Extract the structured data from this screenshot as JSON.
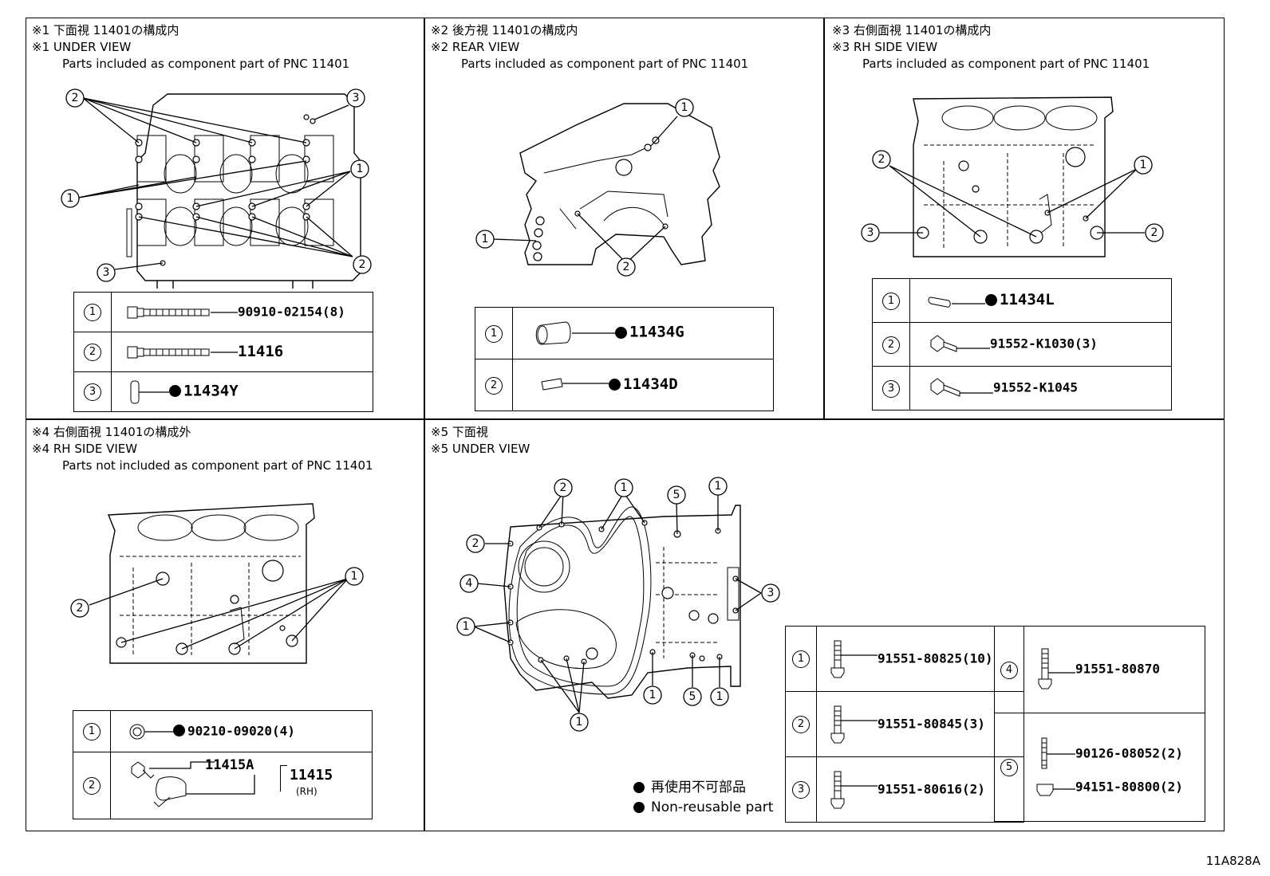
{
  "panels": [
    {
      "id": "p1",
      "header": [
        "※1 下面視 11401の構成内",
        "※1 UNDER VIEW",
        "Parts included as component part of PNC 11401"
      ],
      "rows": [
        {
          "no": "1",
          "part": "90910-02154(8)",
          "non_reusable": false
        },
        {
          "no": "2",
          "part": "11416",
          "non_reusable": false
        },
        {
          "no": "3",
          "part": "11434Y",
          "non_reusable": true
        }
      ]
    },
    {
      "id": "p2",
      "header": [
        "※2 後方視 11401の構成内",
        "※2 REAR VIEW",
        "Parts included as component part of PNC 11401"
      ],
      "rows": [
        {
          "no": "1",
          "part": "11434G",
          "non_reusable": true
        },
        {
          "no": "2",
          "part": "11434D",
          "non_reusable": true
        }
      ]
    },
    {
      "id": "p3",
      "header": [
        "※3 右側面視 11401の構成内",
        "※3 RH SIDE VIEW",
        "Parts included as component part of PNC 11401"
      ],
      "rows": [
        {
          "no": "1",
          "part": "11434L",
          "non_reusable": true
        },
        {
          "no": "2",
          "part": "91552-K1030(3)",
          "non_reusable": false
        },
        {
          "no": "3",
          "part": "91552-K1045",
          "non_reusable": false
        }
      ]
    },
    {
      "id": "p4",
      "header": [
        "※4 右側面視 11401の構成外",
        "※4 RH SIDE VIEW",
        "Parts not included as component part of PNC 11401"
      ],
      "rows": [
        {
          "no": "1",
          "part": "90210-09020(4)",
          "non_reusable": true
        },
        {
          "no": "2",
          "part": "11415A",
          "assembly": "11415",
          "assembly_note": "(RH)",
          "non_reusable": false
        }
      ]
    },
    {
      "id": "p5",
      "header": [
        "※5 下面視",
        "※5 UNDER VIEW"
      ],
      "rows_left": [
        {
          "no": "1",
          "part": "91551-80825(10)"
        },
        {
          "no": "2",
          "part": "91551-80845(3)"
        },
        {
          "no": "3",
          "part": "91551-80616(2)"
        }
      ],
      "rows_right": [
        {
          "no": "4",
          "parts": [
            "91551-80870"
          ]
        },
        {
          "no": "5",
          "parts": [
            "90126-08052(2)",
            "94151-80800(2)"
          ]
        }
      ]
    }
  ],
  "legend": {
    "jp": "再使用不可部品",
    "en": "Non-reusable part"
  },
  "diagram_id": "11A828A"
}
